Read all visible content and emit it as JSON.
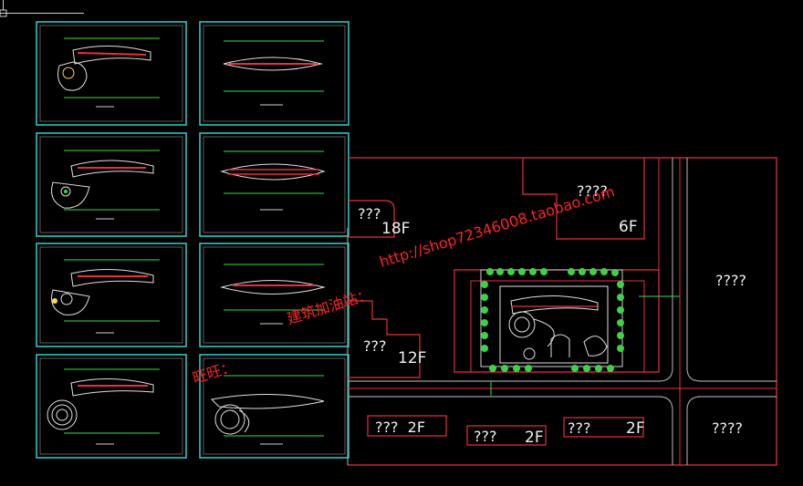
{
  "drawing": {
    "site_labels": [
      {
        "text": "????"
      },
      {
        "text": "???"
      },
      {
        "text": "18F"
      },
      {
        "text": "6F"
      },
      {
        "text": "????"
      },
      {
        "text": "???"
      },
      {
        "text": "12F"
      },
      {
        "text": "???  2F"
      },
      {
        "text": "???"
      },
      {
        "text": "2F"
      },
      {
        "text": "???"
      },
      {
        "text": "2F"
      },
      {
        "text": "????"
      }
    ],
    "watermark": {
      "left_text": "旺旺：",
      "mid_text": "建筑加油站：",
      "url_text": "http://shop72346008.taobao.com"
    },
    "colors": {
      "frame": "#2ec4c4",
      "site_lines": "#e8303a",
      "road_lines": "#9c9c9c",
      "tree": "#3fd04a",
      "plan_green": "#2fe042",
      "watermark": "#ff2222"
    }
  }
}
